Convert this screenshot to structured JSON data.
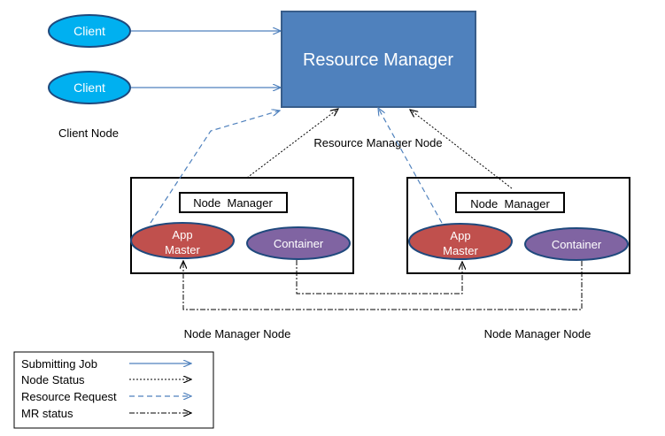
{
  "clients": [
    {
      "label": "Client"
    },
    {
      "label": "Client"
    }
  ],
  "client_node_label": "Client Node",
  "resource_manager": {
    "label": "Resource Manager",
    "node_label": "Resource Manager Node"
  },
  "nodes": [
    {
      "node_manager_label": "Node  Manager",
      "app_master_line1": "App",
      "app_master_line2": "Master",
      "container_label": "Container",
      "node_label": "Node Manager Node"
    },
    {
      "node_manager_label": "Node  Manager",
      "app_master_line1": "App",
      "app_master_line2": "Master",
      "container_label": "Container",
      "node_label": "Node Manager Node"
    }
  ],
  "legend": {
    "items": [
      {
        "label": "Submitting Job",
        "style": "solid",
        "color": "#4f81bd"
      },
      {
        "label": "Node Status",
        "style": "dotted",
        "color": "#000000"
      },
      {
        "label": "Resource Request",
        "style": "dashed",
        "color": "#4f81bd"
      },
      {
        "label": "MR status",
        "style": "dashdot",
        "color": "#000000"
      }
    ]
  },
  "colors": {
    "client_fill": "#00b0f0",
    "client_stroke": "#1f497d",
    "rm_fill": "#4f81bd",
    "rm_stroke": "#385d8a",
    "app_master_fill": "#c0504d",
    "container_fill": "#8064a2",
    "ellipse_stroke": "#1f497d",
    "blue_line": "#4f81bd"
  }
}
